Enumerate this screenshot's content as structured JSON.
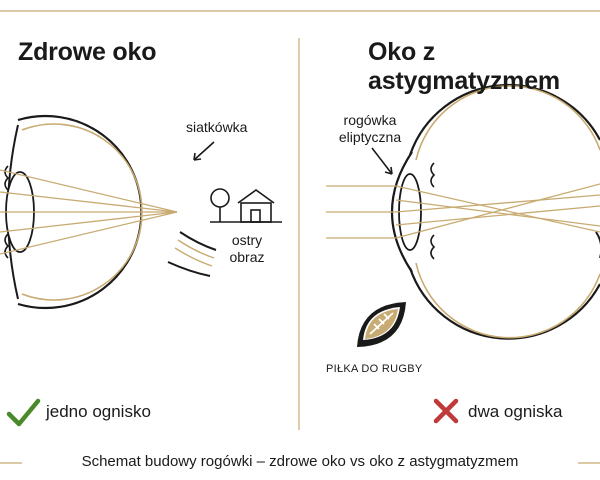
{
  "left_panel": {
    "title": "Zdrowe oko",
    "labels": {
      "retina": "siatkówka",
      "image": [
        "ostry",
        "obraz"
      ]
    },
    "verdict": "jedno ognisko"
  },
  "right_panel": {
    "title": "Oko z astygmatyzmem",
    "labels": {
      "cornea": [
        "rogówka",
        "eliptyczna"
      ],
      "ball": "PIŁKA DO RUGBY"
    },
    "verdict": "dwa ogniska"
  },
  "caption": "Schemat budowy rogówki – zdrowe oko vs oko z astygmatyzmem",
  "colors": {
    "gold": "#c8ab72",
    "ink": "#1a1a1a",
    "check": "#4a8a2a",
    "cross": "#c0393b"
  },
  "icons": [
    "house-tree-icon",
    "rugby-ball-icon",
    "check-icon",
    "cross-icon"
  ]
}
